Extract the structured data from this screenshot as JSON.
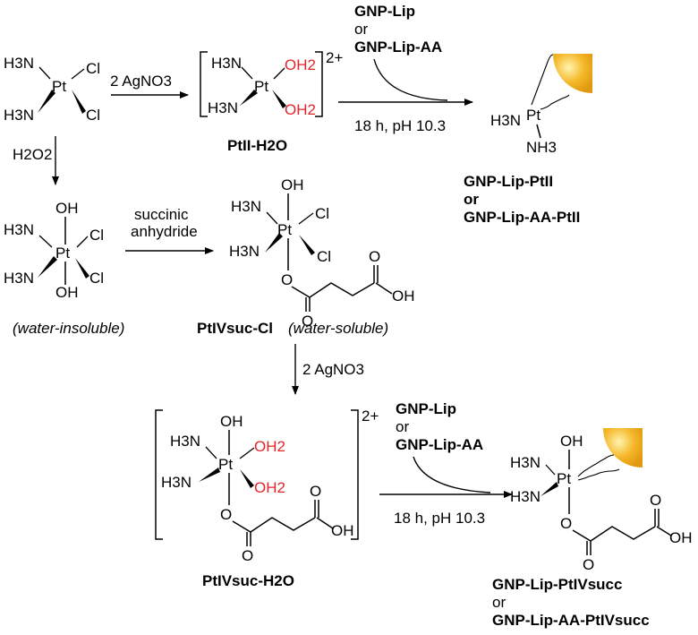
{
  "reagents": {
    "agno3_top": "2 AgNO3",
    "h2o2": "H2O2",
    "succinic": "succinic",
    "anhydride": "anhydride",
    "agno3_mid": "2 AgNO3",
    "gnp_lip": "GNP-Lip",
    "or": "or",
    "gnp_lip_aa": "GNP-Lip-AA",
    "conditions": "18 h, pH 10.3"
  },
  "atoms": {
    "pt": "Pt",
    "nh3_left": "H3N",
    "nh3_right": "NH3",
    "cl": "Cl",
    "oh": "OH",
    "oh2": "OH2",
    "o": "O",
    "charge": "2+"
  },
  "labels": {
    "ptii_h2o": "PtII-H2O",
    "water_insoluble": "(water-insoluble)",
    "ptivsuc_cl": "PtIVsuc-Cl",
    "water_soluble": "(water-soluble)",
    "ptivsuc_h2o": "PtIVsuc-H2O",
    "gnp_lip_ptii": "GNP-Lip-PtII",
    "or_bold": "or",
    "gnp_lip_aa_ptii": "GNP-Lip-AA-PtII",
    "gnp_lip_ptivsucc": "GNP-Lip-PtIVsucc",
    "or_plain": "or",
    "gnp_lip_aa_ptivsucc": "GNP-Lip-AA-PtIVsucc"
  },
  "colors": {
    "oh2_label": "#e0262b",
    "gold_nanoparticle": "#f5b82a"
  }
}
